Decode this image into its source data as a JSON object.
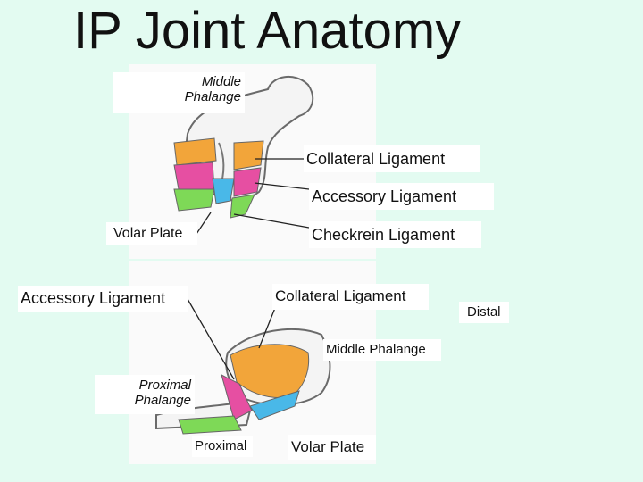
{
  "title": "IP Joint Anatomy",
  "colors": {
    "background": "#e3fbf1",
    "collateral": "#f2a53a",
    "accessory": "#e64fa2",
    "volar_plate": "#7ed957",
    "checkrein": "#49b8e8"
  },
  "labels": {
    "middle_phalange_top": [
      "Middle",
      "Phalange"
    ],
    "collateral_top": "Collateral Ligament",
    "accessory_top": "Accessory Ligament",
    "volar_plate_top": "Volar Plate",
    "checkrein": "Checkrein Ligament",
    "accessory_bottom": "Accessory Ligament",
    "collateral_bottom": "Collateral Ligament",
    "distal": "Distal",
    "middle_phalange_bottom": "Middle Phalange",
    "proximal_phalange": [
      "Proximal",
      "Phalange"
    ],
    "proximal": "Proximal",
    "volar_plate_bottom": "Volar Plate"
  }
}
